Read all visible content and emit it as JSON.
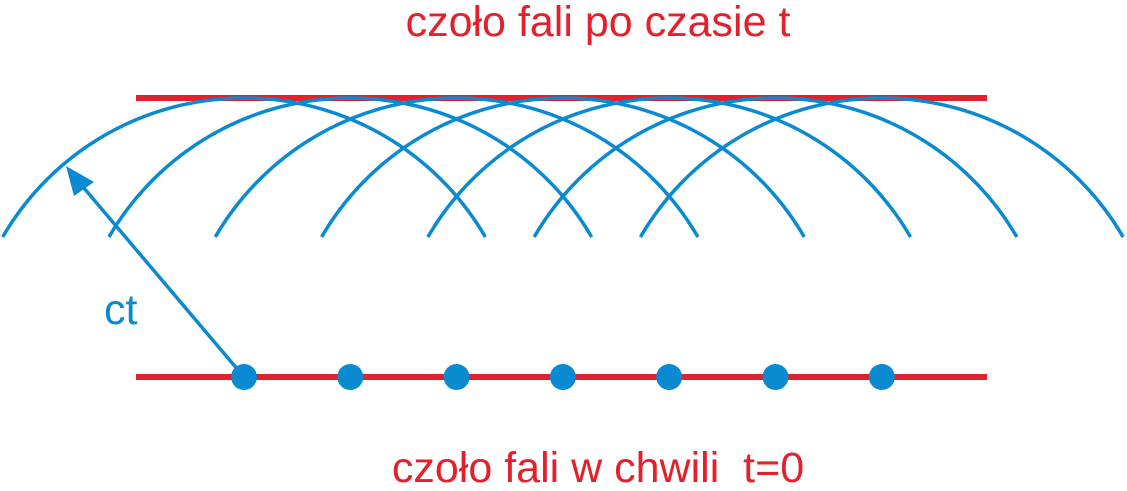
{
  "labels": {
    "top": "czoło fali po czasie t",
    "bottom": "czoło fali w chwili  t=0",
    "radius": "ct"
  },
  "colors": {
    "front": "#e3202b",
    "wave": "#0a8ad0"
  },
  "sources_count": 7
}
